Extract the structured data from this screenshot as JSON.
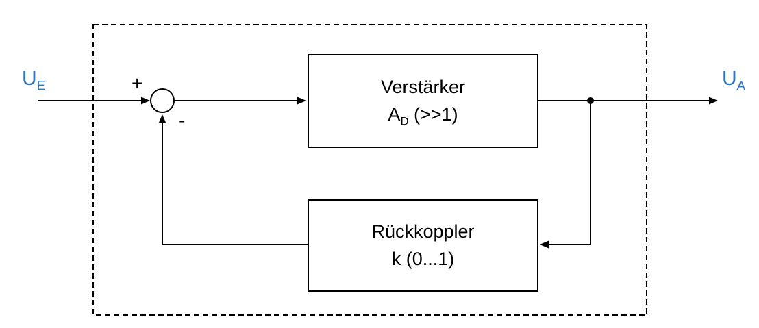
{
  "diagram": {
    "accent_color": "#2E75B6",
    "line_color": "#000000",
    "input_port": {
      "base": "U",
      "sub": "E"
    },
    "output_port": {
      "base": "U",
      "sub": "A"
    },
    "summing_junction": {
      "plus": "+",
      "minus": "-"
    },
    "amplifier_block": {
      "name": "Verstärker",
      "gain_base": "A",
      "gain_sub": "D",
      "gain_condition": " (>>1)"
    },
    "feedback_block": {
      "name": "Rückkoppler",
      "gain": "k (0...1)"
    }
  }
}
